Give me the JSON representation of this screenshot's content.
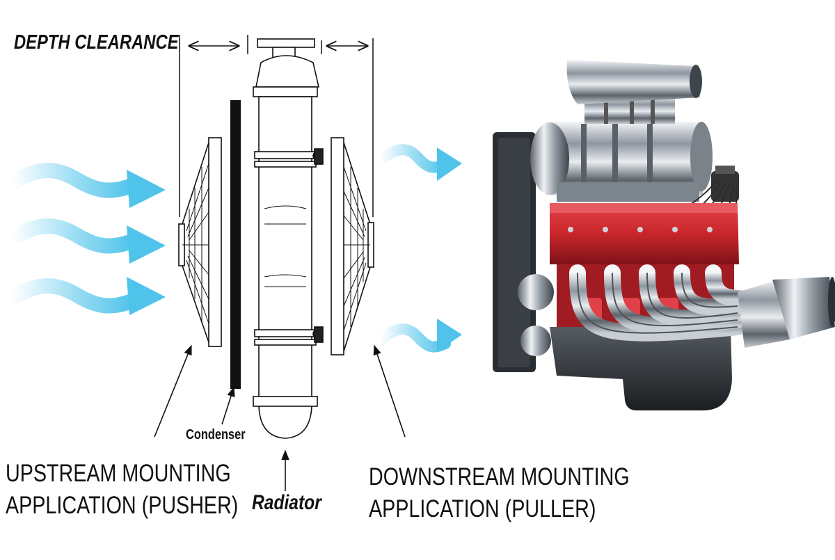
{
  "labels": {
    "depth_clearance": "DEPTH CLEARANCE",
    "condenser": "Condenser",
    "radiator": "Radiator",
    "upstream": [
      "UPSTREAM MOUNTING",
      "APPLICATION (PUSHER)"
    ],
    "downstream": [
      "DOWNSTREAM MOUNTING",
      "APPLICATION (PULLER)"
    ]
  },
  "colors": {
    "airflow": "#4fc3ea",
    "line": "#111111",
    "engine_block": "#c8262c",
    "chrome": "#9aa3ad",
    "background": "#ffffff"
  },
  "icons": [
    "airflow-arrow-icon",
    "fan-icon",
    "condenser-icon",
    "radiator-icon",
    "engine-icon"
  ]
}
